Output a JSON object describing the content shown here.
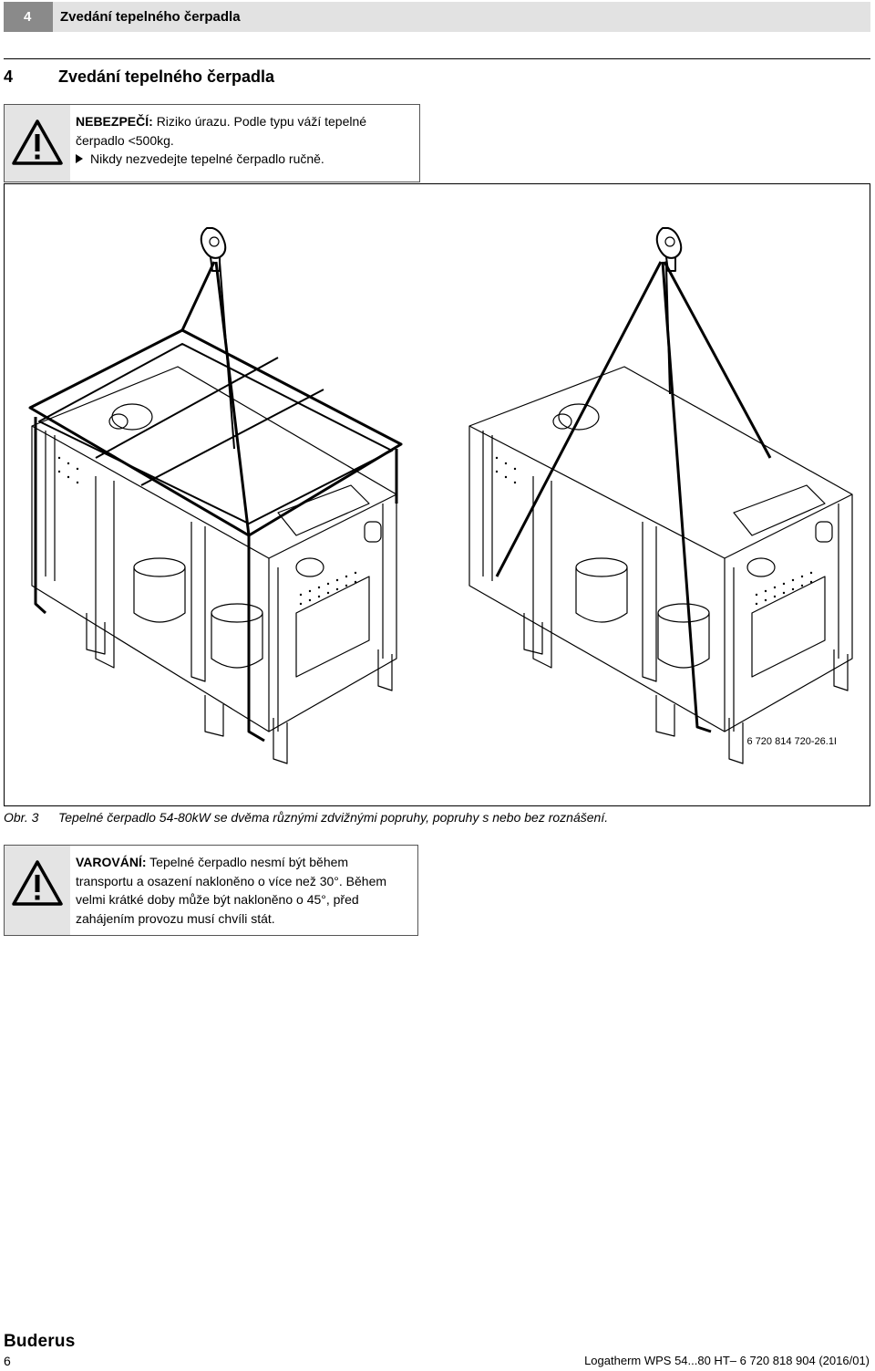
{
  "header": {
    "chapter_number": "4",
    "chapter_title": "Zvedání tepelného čerpadla"
  },
  "section": {
    "number": "4",
    "title": "Zvedání tepelného čerpadla"
  },
  "danger_notice": {
    "label": "NEBEZPEČÍ:",
    "text_line1": "Riziko úrazu. Podle typu váží tepelné",
    "text_line2": "čerpadlo <500kg.",
    "bullet": "Nikdy nezvedejte tepelné čerpadlo ručně.",
    "icon": "warning-triangle-icon"
  },
  "figure": {
    "code": "6 720 814 720-26.1I"
  },
  "caption": {
    "label": "Obr. 3",
    "text": "Tepelné čerpadlo 54-80kW se dvěma různými zdvižnými popruhy, popruhy s nebo bez roznášení."
  },
  "warning_notice": {
    "label": "VAROVÁNÍ:",
    "text_line1": "Tepelné čerpadlo nesmí být během",
    "text_line2": "transportu a osazení nakloněno o více než 30°. Během",
    "text_line3": "velmi krátké doby může být nakloněno o 45°, před",
    "text_line4": "zahájením provozu musí chvíli stát.",
    "icon": "warning-triangle-icon"
  },
  "footer": {
    "brand": "Buderus",
    "page_number": "6",
    "document": "Logatherm WPS 54...80 HT– 6 720 818 904 (2016/01)"
  }
}
